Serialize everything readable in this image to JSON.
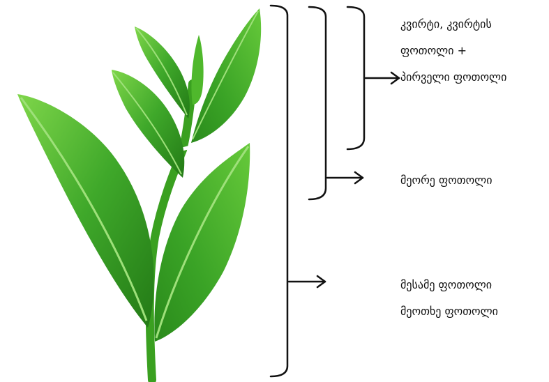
{
  "labels": {
    "bud_line1": "კვირტი, კვირტის",
    "bud_line2": "ფოთოლი +",
    "bud_line3": "პირველი ფოთოლი",
    "second": "მეორე ფოთოლი",
    "third": "მესამე ფოთოლი",
    "fourth": "მეოთხე ფოთოლი"
  },
  "colors": {
    "leaf_dark": "#2f8f1f",
    "leaf_mid": "#45b02a",
    "leaf_light": "#6fcf3f",
    "stem": "#3aa020",
    "vein": "#9ee07a",
    "bracket": "#111111"
  }
}
